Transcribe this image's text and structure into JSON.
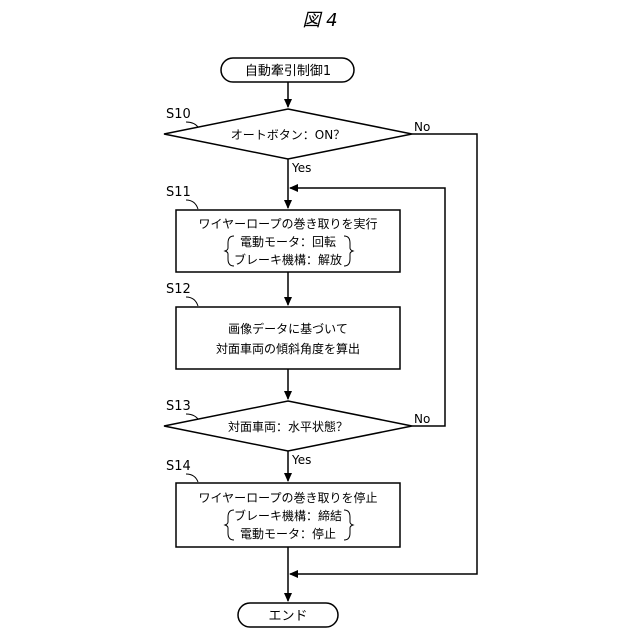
{
  "figure_title": "図 4",
  "start": "自動牽引制御1",
  "end": "エンド",
  "steps": {
    "s10": {
      "id": "S10",
      "text": "オートボタン：ON？"
    },
    "s11": {
      "id": "S11",
      "line1": "ワイヤーロープの巻き取りを実行",
      "line2": "電動モータ：回転",
      "line3": "ブレーキ機構：解放"
    },
    "s12": {
      "id": "S12",
      "line1": "画像データに基づいて",
      "line2": "対面車両の傾斜角度を算出"
    },
    "s13": {
      "id": "S13",
      "text": "対面車両：水平状態？"
    },
    "s14": {
      "id": "S14",
      "line1": "ワイヤーロープの巻き取りを停止",
      "line2": "ブレーキ機構：締結",
      "line3": "電動モータ：停止"
    }
  },
  "branches": {
    "s10_yes": "Yes",
    "s10_no": "No",
    "s13_yes": "Yes",
    "s13_no": "No"
  }
}
